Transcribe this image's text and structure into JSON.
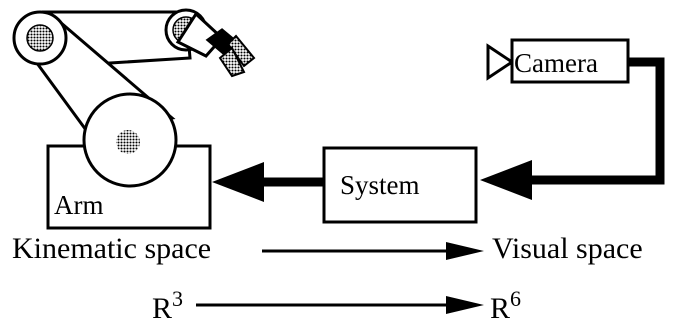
{
  "labels": {
    "arm": "Arm",
    "camera": "Camera",
    "system": "System",
    "left_space": "Kinematic space",
    "right_space": "Visual space",
    "left_dim_base": "R",
    "left_dim_exp": "3",
    "right_dim_base": "R",
    "right_dim_exp": "6"
  },
  "icons": {
    "robot": "robot-arm-icon",
    "camera": "camera-icon"
  }
}
